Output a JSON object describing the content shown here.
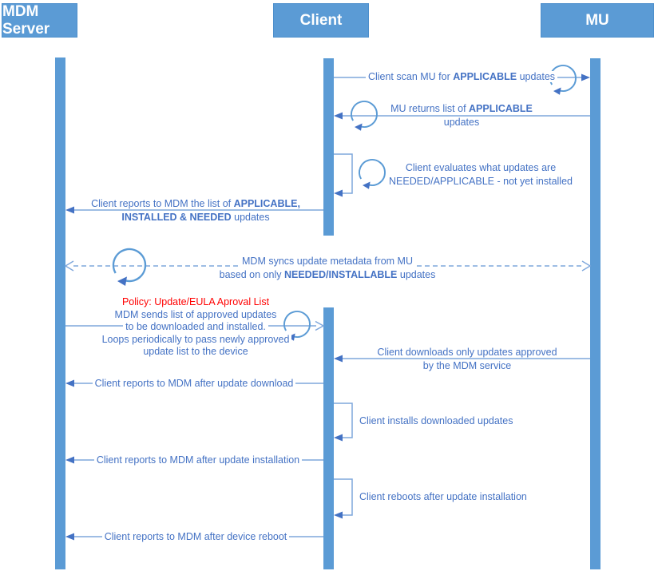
{
  "actors": {
    "mdm": "MDM Server",
    "client": "Client",
    "mu": "MU"
  },
  "colors": {
    "shape_blue": "#5B9BD5",
    "line_blue": "#7EA7DC",
    "arrow_blue": "#4472C4",
    "text_blue": "#4472C4",
    "policy_red": "#FF0000",
    "background": "#FFFFFF"
  },
  "icons": {
    "loop_icon": "circular-arrow"
  },
  "messages": {
    "scan": {
      "pre": "Client scan MU for ",
      "bold": "APPLICABLE",
      "post": " updates"
    },
    "returns": {
      "pre": "MU returns list of ",
      "bold": "APPLICABLE",
      "line2": "updates"
    },
    "evaluate": {
      "line1": "Client evaluates what updates are",
      "line2": "NEEDED/APPLICABLE - not yet installed"
    },
    "report_list": {
      "pre1": "Client reports to MDM the list of ",
      "bold1": "APPLICABLE,",
      "bold2": "INSTALLED & NEEDED",
      "post2": " updates"
    },
    "sync": {
      "line1": "MDM syncs update metadata from MU",
      "pre2": "based on only ",
      "bold2": "NEEDED/INSTALLABLE",
      "post2": " updates"
    },
    "policy": {
      "title": "Policy: Update/EULA Aproval List",
      "line1": "MDM sends list of approved updates",
      "line2": "to be downloaded and installed.",
      "line3": "Loops periodically to pass newly approved",
      "line4": "update list to the device"
    },
    "download": {
      "line1": "Client downloads only updates approved",
      "line2": "by the MDM service"
    },
    "report_download": "Client reports to MDM after update download",
    "install": "Client installs downloaded updates",
    "report_install": "Client reports to MDM after update installation",
    "reboot": "Client reboots after update installation",
    "report_reboot": "Client reports to MDM after device reboot"
  }
}
